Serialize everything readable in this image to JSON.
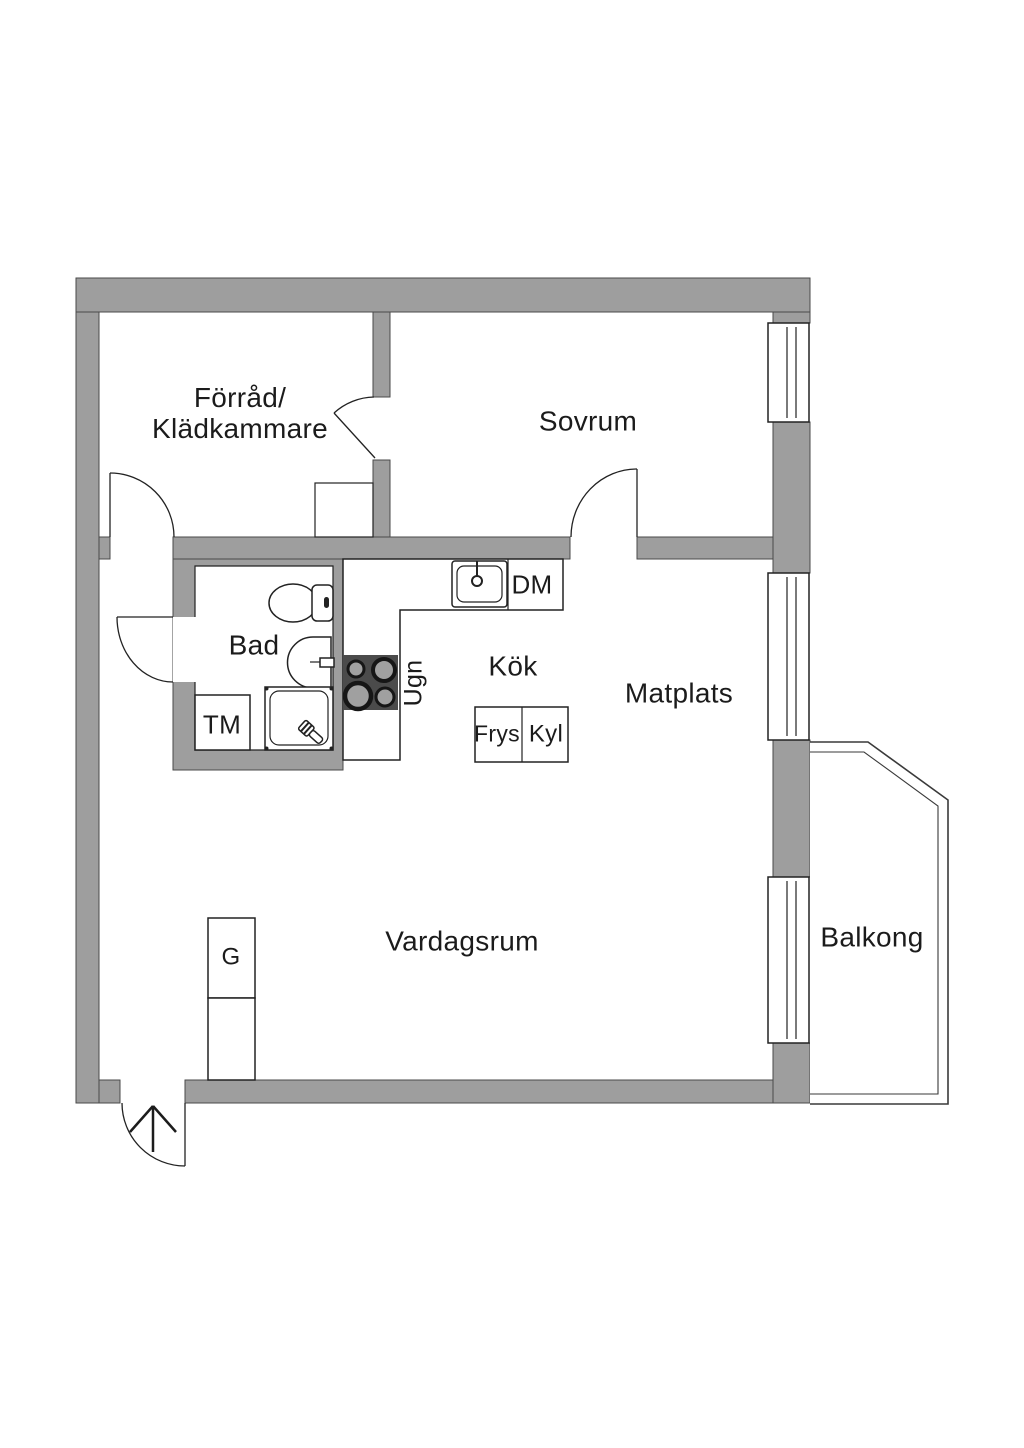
{
  "labels": {
    "forrad_line1": "Förråd/",
    "forrad_line2": "Klädkammare",
    "sovrum": "Sovrum",
    "bad": "Bad",
    "kok": "Kök",
    "matplats": "Matplats",
    "vardagsrum": "Vardagsrum",
    "balkong": "Balkong",
    "tm": "TM",
    "dm": "DM",
    "ugn": "Ugn",
    "frys": "Frys",
    "kyl": "Kyl",
    "garderob": "G"
  },
  "colors": {
    "wall": "#9e9e9e",
    "wall_outline": "#4a4a4a",
    "line": "#222222",
    "stove": "#4b4b4b",
    "text": "#1b1b1b",
    "background": "#ffffff"
  }
}
